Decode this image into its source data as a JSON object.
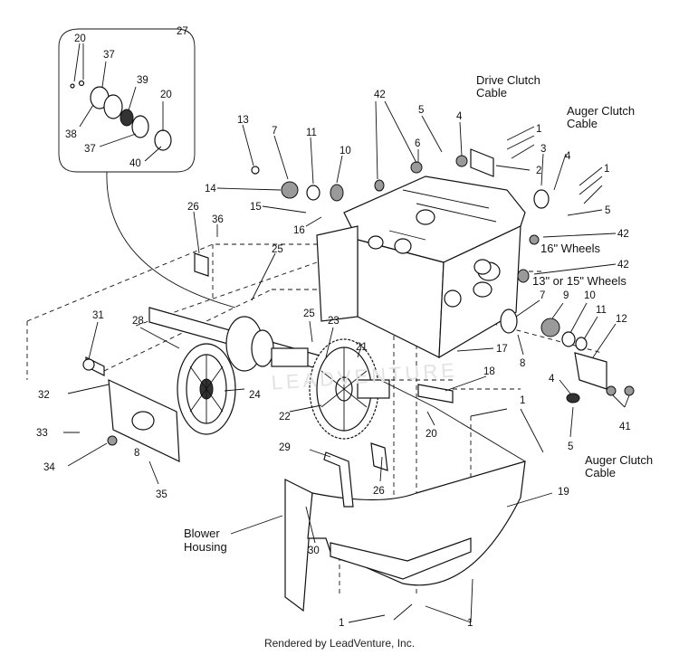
{
  "footer": "Rendered by LeadVenture, Inc.",
  "watermark": "LEADVENTURE",
  "callouts": {
    "c27": "27",
    "c20a": "20",
    "c37a": "37",
    "c39": "39",
    "c20b": "20",
    "c38": "38",
    "c37b": "37",
    "c40": "40",
    "c42a": "42",
    "c5a": "5",
    "c4a": "4",
    "c1a": "1",
    "c6": "6",
    "c3": "3",
    "c2": "2",
    "c4b": "4",
    "c1b": "1",
    "c5b": "5",
    "c42b": "42",
    "c42c": "42",
    "c13": "13",
    "c7a": "7",
    "c11a": "11",
    "c10a": "10",
    "c14": "14",
    "c15": "15",
    "c16": "16",
    "c26a": "26",
    "c36": "36",
    "c25a": "25",
    "c31": "31",
    "c28": "28",
    "c25b": "25",
    "c23": "23",
    "c21": "21",
    "c7b": "7",
    "c9": "9",
    "c10b": "10",
    "c11b": "11",
    "c12": "12",
    "c8a": "8",
    "c17": "17",
    "c18": "18",
    "c32": "32",
    "c24": "24",
    "c22": "22",
    "c4c": "4",
    "c41": "41",
    "c5c": "5",
    "c1c": "1",
    "c20c": "20",
    "c33": "33",
    "c29": "29",
    "c8b": "8",
    "c34": "34",
    "c35": "35",
    "c26b": "26",
    "c19": "19",
    "c30": "30",
    "c1d": "1",
    "c1e": "1"
  },
  "text_labels": {
    "drive_clutch_1": "Drive Clutch",
    "drive_clutch_2": "Cable",
    "auger_clutch_top_1": "Auger Clutch",
    "auger_clutch_top_2": "Cable",
    "wheels_16": "16\" Wheels",
    "wheels_13_15": "13\" or 15\" Wheels",
    "auger_clutch_bottom_1": "Auger Clutch",
    "auger_clutch_bottom_2": "Cable",
    "blower_housing_1": "Blower",
    "blower_housing_2": "Housing"
  }
}
